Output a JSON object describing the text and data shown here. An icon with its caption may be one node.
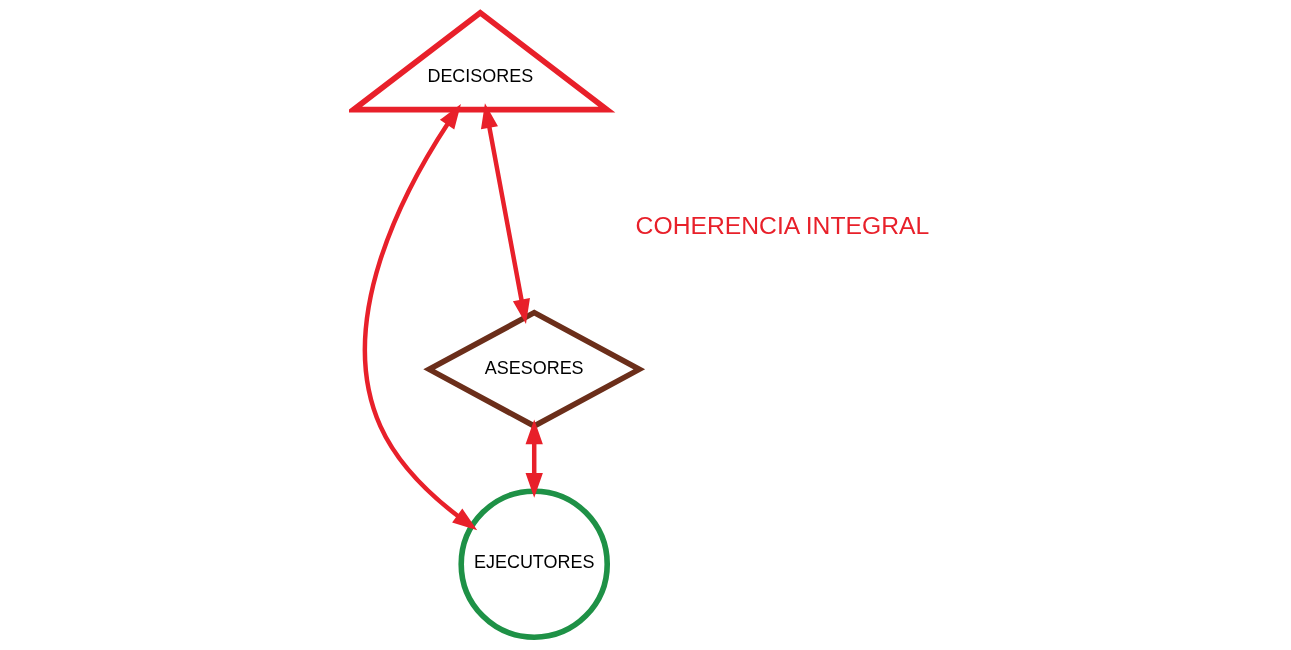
{
  "diagram": {
    "nodes": [
      {
        "text": [
          "DECISORES"
        ]
      },
      {
        "text": [
          "ASESORES"
        ]
      },
      {
        "text": [
          "EJECUTORES"
        ]
      }
    ],
    "edges": [
      {
        "from": 1,
        "to": 0,
        "arrow": "both"
      },
      {
        "from": 0,
        "to": 2,
        "arrow": "both"
      },
      {
        "from": 1,
        "to": 2,
        "arrow": "both"
      }
    ],
    "labels": [
      "COHERENCIA INTEGRAL"
    ]
  }
}
